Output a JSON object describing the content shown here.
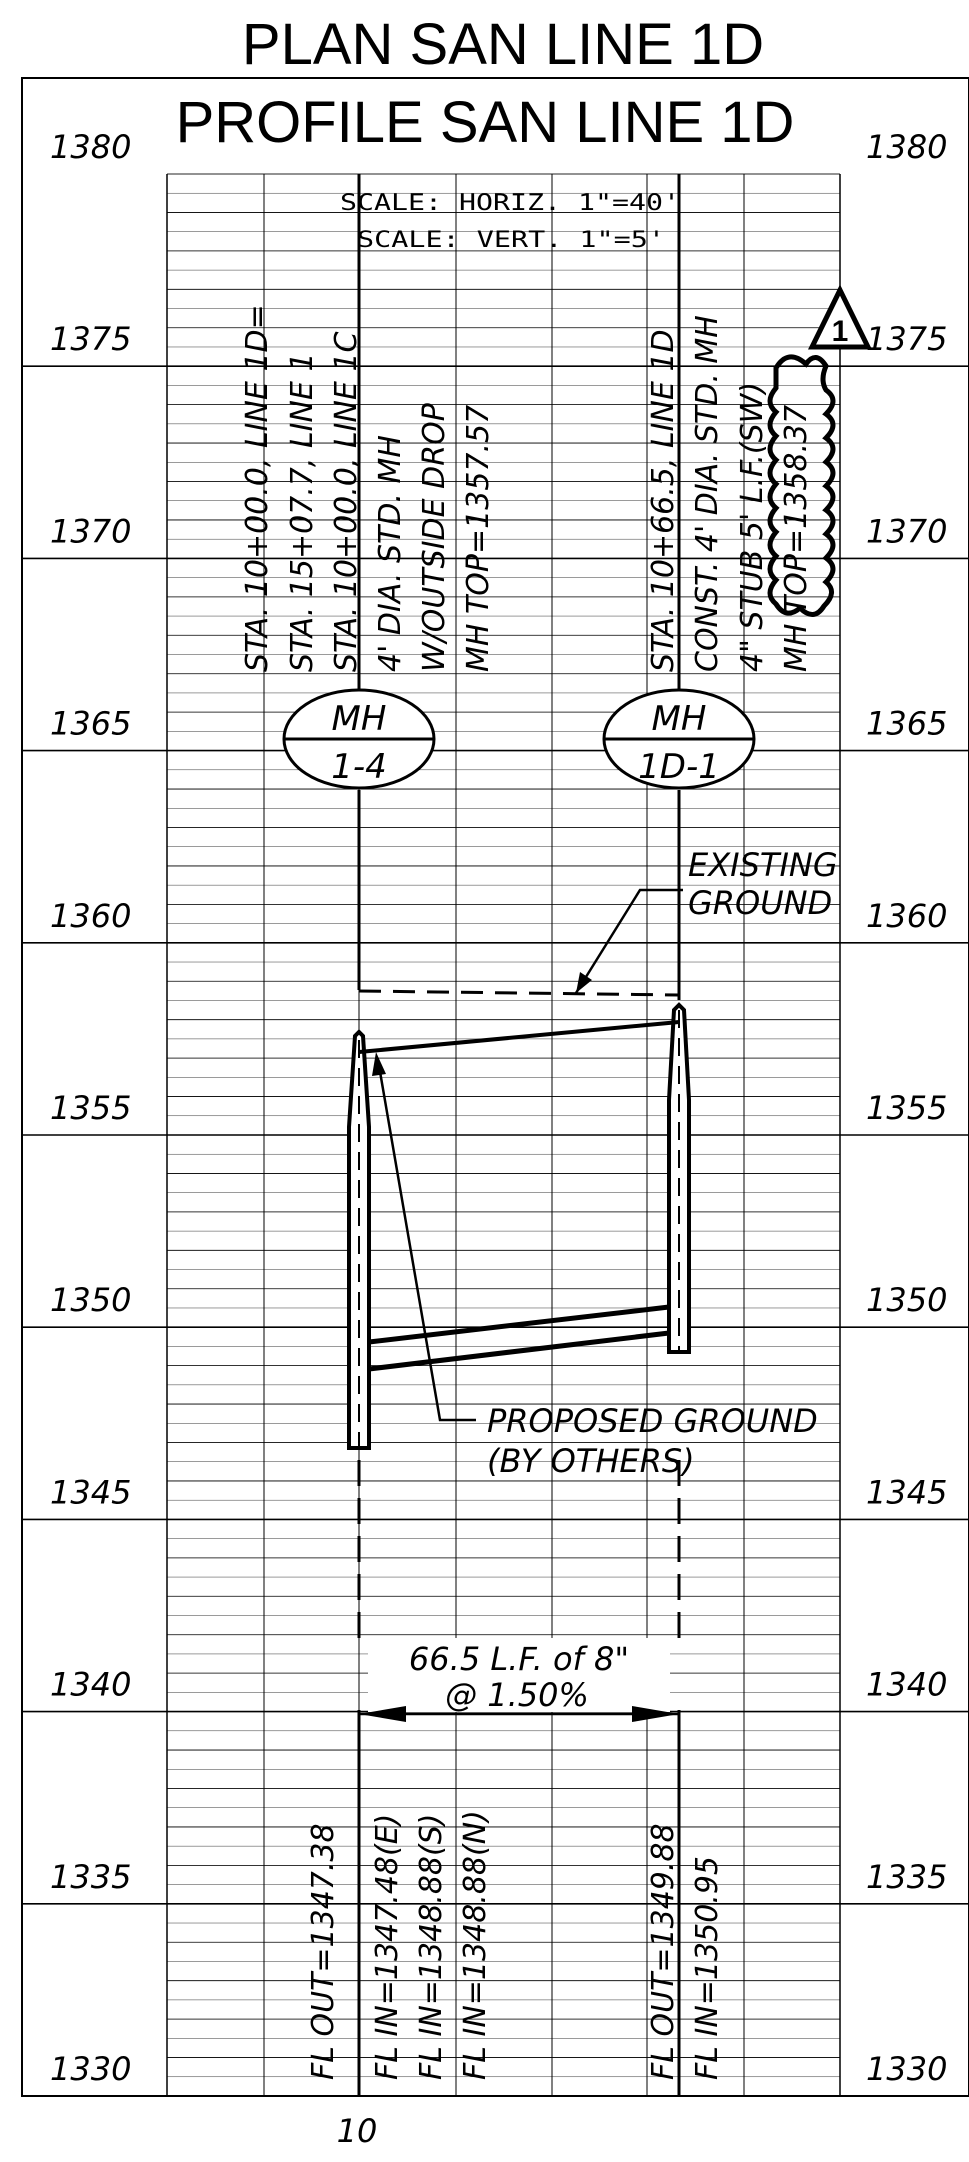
{
  "titles": {
    "plan": "PLAN SAN LINE 1D",
    "profile": "PROFILE SAN LINE 1D"
  },
  "elevation_labels": [
    "1380",
    "1375",
    "1370",
    "1365",
    "1360",
    "1355",
    "1350",
    "1345",
    "1340",
    "1335",
    "1330"
  ],
  "scale": {
    "horizontal": "SCALE: HORIZ. 1\"=40'",
    "vertical": "SCALE: VERT. 1\"=5'"
  },
  "manhole_1_4": {
    "callout_top": "MH",
    "callout_bottom": "1-4",
    "lines": [
      "STA. 10+00.0, LINE 1D=",
      "STA. 15+07.7, LINE 1",
      "STA. 10+00.0, LINE 1C",
      "4' DIA. STD. MH",
      "W/OUTSIDE DROP",
      "MH TOP=1357.57"
    ],
    "flowlines": [
      "FL OUT=1347.38",
      "FL IN=1347.48(E)",
      "FL IN=1348.88(S)",
      "FL IN=1348.88(N)"
    ]
  },
  "manhole_1d_1": {
    "callout_top": "MH",
    "callout_bottom": "1D-1",
    "lines": [
      "STA. 10+66.5, LINE 1D",
      "CONST. 4' DIA. STD. MH",
      "4\" STUB 5' L.F.(SW)",
      "MH TOP=1358.37"
    ],
    "flowlines": [
      "FL OUT=1349.88",
      "FL IN=1350.95"
    ]
  },
  "revision_marker": "1",
  "notes": {
    "existing_ground": [
      "EXISTING",
      "GROUND"
    ],
    "proposed_ground": [
      "PROPOSED GROUND",
      "(BY OTHERS)"
    ],
    "pipe": [
      "66.5 L.F. of 8\"",
      "@ 1.50%"
    ]
  },
  "station_label": "10"
}
